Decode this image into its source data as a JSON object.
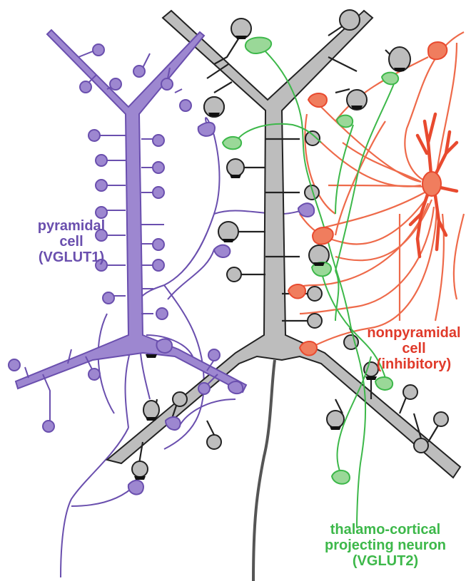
{
  "labels": {
    "pyramidal": {
      "line1": "pyramidal",
      "line2": "cell",
      "line3": "(VGLUT1)",
      "color": "#6a4fae"
    },
    "nonpyramidal": {
      "line1": "nonpyramidal",
      "line2": "cell",
      "line3": "(inhibitory)",
      "color": "#e03a2a"
    },
    "thalamocortical": {
      "line1": "thalamo-cortical",
      "line2": "projecting neuron",
      "line3": "(VGLUT2)",
      "color": "#3db84a"
    }
  },
  "colors": {
    "pyramidal": "#8a73c4",
    "pyramidal_fill": "#9d87d0",
    "gray_neuron": "#bdbdbd",
    "outline": "#222222",
    "green": "#3db84a",
    "green_fill": "#9ad898",
    "red": "#ee6a4a",
    "red_fill": "#f07d5e"
  }
}
